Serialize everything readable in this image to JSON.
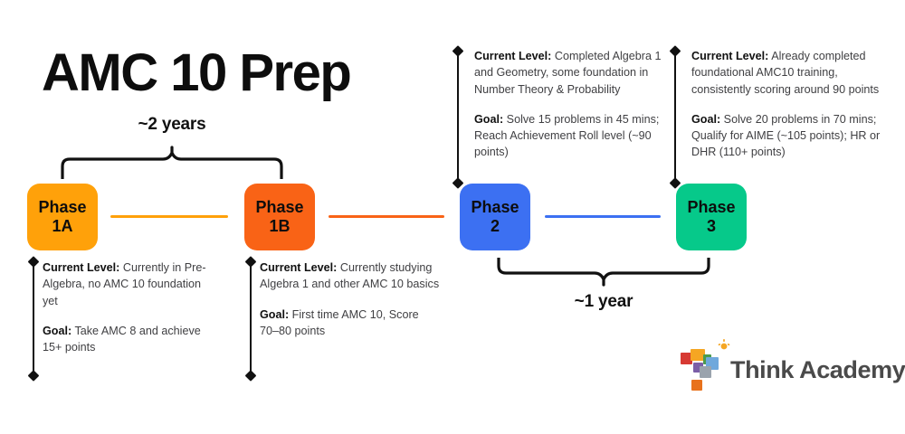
{
  "title": "AMC 10 Prep",
  "colors": {
    "phase1a": "#FFA10A",
    "phase1b": "#F96316",
    "phase2": "#3C70F2",
    "phase3": "#06C98A",
    "line_dark": "#111111",
    "body_text": "#3f3f42"
  },
  "braces": [
    {
      "name": "two-years",
      "label": "~2 years"
    },
    {
      "name": "one-year",
      "label": "~1 year"
    }
  ],
  "phases": [
    {
      "id": "1a",
      "label_line1": "Phase",
      "label_line2": "1A",
      "color": "#FFA10A",
      "current_label": "Current Level:",
      "current_text": " Currently in Pre-Algebra, no AMC 10 foundation yet",
      "goal_label": "Goal:",
      "goal_text": " Take AMC 8 and achieve 15+ points"
    },
    {
      "id": "1b",
      "label_line1": "Phase",
      "label_line2": "1B",
      "color": "#F96316",
      "current_label": "Current Level:",
      "current_text": " Currently studying Algebra 1 and other AMC 10 basics",
      "goal_label": "Goal:",
      "goal_text": " First time AMC 10, Score 70–80 points"
    },
    {
      "id": "2",
      "label_line1": "Phase",
      "label_line2": "2",
      "color": "#3C70F2",
      "current_label": "Current Level:",
      "current_text": " Completed Algebra 1 and Geometry, some foundation in Number Theory & Probability",
      "goal_label": "Goal:",
      "goal_text": " Solve 15 problems in 45 mins; Reach Achievement Roll level (~90 points)"
    },
    {
      "id": "3",
      "label_line1": "Phase",
      "label_line2": "3",
      "color": "#06C98A",
      "current_label": "Current Level:",
      "current_text": " Already completed foundational AMC10 training, consistently scoring around 90 points",
      "goal_label": "Goal:",
      "goal_text": " Solve 20 problems in 70 mins; Qualify for AIME (~105 points); HR or DHR (110+ points)"
    }
  ],
  "connectors": [
    {
      "name": "connector-1a-1b",
      "color": "#FFA10A"
    },
    {
      "name": "connector-1b-2",
      "color": "#F96316"
    },
    {
      "name": "connector-2-3",
      "color": "#3C70F2"
    }
  ],
  "logo": {
    "brand": "Think Academy",
    "mark_colors": {
      "red": "#D73A33",
      "orange": "#F5A623",
      "green": "#4C9B4C",
      "blue": "#6FA8DC",
      "purple": "#7B5EA7",
      "gray": "#9AA3AD",
      "dot": "#E8721C",
      "bulb": "#F5A623"
    }
  }
}
